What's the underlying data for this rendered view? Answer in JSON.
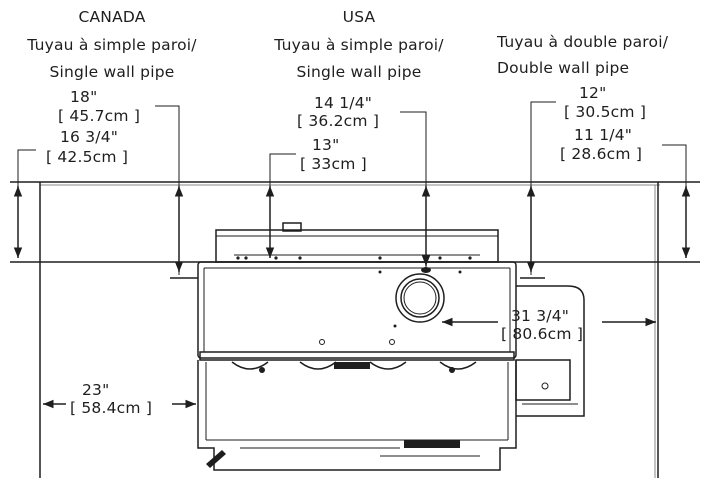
{
  "headers": {
    "canada": {
      "line1": "CANADA",
      "line2": "Tuyau à simple paroi/",
      "line3": "Single wall pipe"
    },
    "usa": {
      "line1": "USA",
      "line2": "Tuyau à simple paroi/",
      "line3": "Single wall pipe"
    },
    "double": {
      "line1": "Tuyau à double paroi/",
      "line2": "Double wall pipe"
    }
  },
  "dimensions": {
    "canada_outer": {
      "imperial": "18\"",
      "metric": "[ 45.7cm ]"
    },
    "canada_inner": {
      "imperial": "16 3/4\"",
      "metric": "[ 42.5cm ]"
    },
    "usa_outer": {
      "imperial": "14 1/4\"",
      "metric": "[ 36.2cm ]"
    },
    "usa_inner": {
      "imperial": "13\"",
      "metric": "[ 33cm ]"
    },
    "double_outer": {
      "imperial": "12\"",
      "metric": "[ 30.5cm ]"
    },
    "double_inner": {
      "imperial": "11 1/4\"",
      "metric": "[ 28.6cm ]"
    },
    "right_side": {
      "imperial": "31 3/4\"",
      "metric": "[ 80.6cm ]"
    },
    "left_side": {
      "imperial": "23\"",
      "metric": "[ 58.4cm ]"
    }
  }
}
